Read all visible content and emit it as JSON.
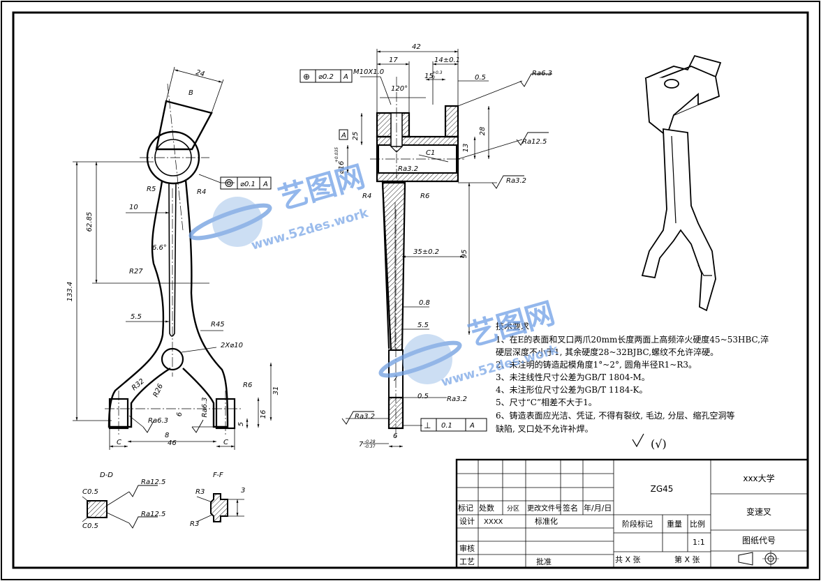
{
  "watermark": {
    "brand": "艺图网",
    "url": "www.52des.work"
  },
  "views": {
    "front": {
      "dims": [
        "24",
        "B",
        "R4",
        "R5",
        "R4",
        "10",
        "62.85",
        "6.6°",
        "R27",
        "133.4",
        "5.5",
        "R45",
        "2X⌀10",
        "R32",
        "R26",
        "R6",
        "31",
        "Ra6.3",
        "Ra6.3",
        "6",
        "8",
        "46",
        "C",
        "C",
        "16",
        "5"
      ],
      "tol_frame": [
        "⌀0.1",
        "A"
      ]
    },
    "section": {
      "dims": [
        "42",
        "17",
        "14±0.1",
        "15",
        "+0.3",
        "0",
        "0.5",
        "M10X1.0",
        "120°",
        "Ra6.3",
        "25",
        "28",
        "13",
        "C1",
        "Ra12.5",
        "Ra3.2",
        "Ra3.2",
        "⌀16",
        "+0.035",
        "R4",
        "R6",
        "35±0.2",
        "95",
        "0.8",
        "5.5",
        "7",
        "0.5",
        "Ra3.2",
        "Ra3.2",
        "6",
        "7",
        "-0.28",
        "-0.37"
      ],
      "tol_frame_top": [
        "⌀0.2",
        "A"
      ],
      "tol_frame_bottom": [
        "0.1",
        "A"
      ],
      "datum": "A"
    },
    "section_dd": {
      "label": "D-D",
      "dims": [
        "C0.5",
        "C0.5",
        "Ra12.5",
        "Ra12.5"
      ]
    },
    "section_ff": {
      "label": "F-F",
      "dims": [
        "R3",
        "R3",
        "3"
      ]
    }
  },
  "tech_requirements": {
    "title": "技术要求",
    "lines": [
      "1、在E的表面和叉口两爪20mm长度两面上高频淬火硬度45~53HBC,淬",
      "硬层深度不小于1, 其余硬度28~32BJBC,螺纹不允许淬硬。",
      "2、未注明的铸造起模角度1°~2°, 圆角半径R1~R3。",
      "3、未注线性尺寸公差为GB/T 1804-M。",
      "4、未注形位尺寸公差为GB/T 1184-K。",
      "5、尺寸“C”相差不大于1。",
      "6、铸造表面应光洁、凭证, 不得有裂纹, 毛边, 分层、缩孔空洞等",
      "缺陷, 叉口处不允许补焊。"
    ],
    "roughness_note": "(√)"
  },
  "title_block": {
    "material": "ZG45",
    "university": "xxx大学",
    "part_name": "变速叉",
    "drawing_code_label": "图纸代号",
    "rev_labels": [
      "标记",
      "处数",
      "分区",
      "更改文件号",
      "签名",
      "年/月/日"
    ],
    "design_label": "设计",
    "designer": "XXXX",
    "standard_label": "标准化",
    "review_label": "审核",
    "process_label": "工艺",
    "approve_label": "批准",
    "stage_label": "阶段标记",
    "weight_label": "重量",
    "scale_label": "比例",
    "scale_value": "1:1",
    "sheets_total": "共 X 张",
    "sheet_no": "第 X 张"
  }
}
